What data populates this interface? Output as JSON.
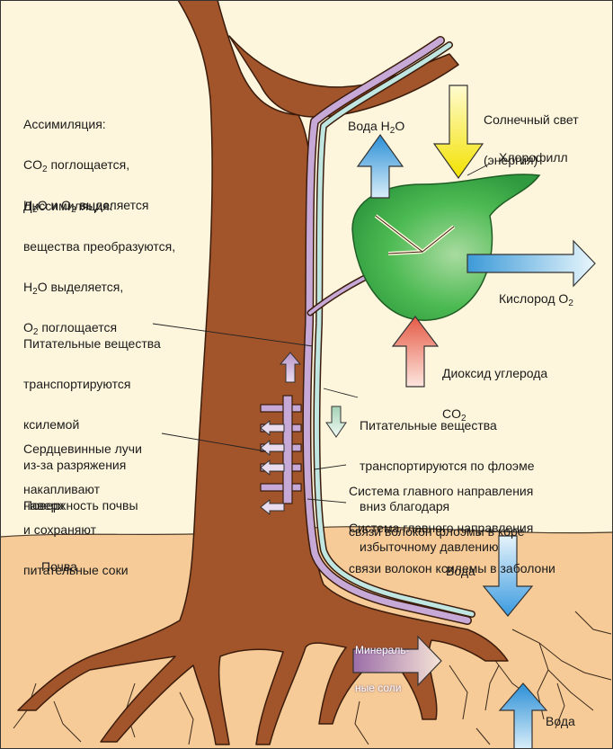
{
  "labels": {
    "assimilation": {
      "l1": "Ассимиляция:",
      "l2a": "CO",
      "l2s": "2",
      "l2b": " поглощается,",
      "l3a": "H",
      "l3s": "2",
      "l3b": "O и O",
      "l3s2": "2",
      "l3c": " выделяется"
    },
    "dissimilation": {
      "l1": "Диссимиляция:",
      "l2": "вещества преобразуются,",
      "l3a": "H",
      "l3s": "2",
      "l3b": "O выделяется,",
      "l4a": "O",
      "l4s": "2",
      "l4b": " поглощается"
    },
    "sunlight": {
      "l1": "Солнечный свет",
      "l2": "(энергия)"
    },
    "water_top": {
      "a": "Вода H",
      "s": "2",
      "b": "O"
    },
    "chlorophyll": "Хлорофилл",
    "oxygen": {
      "a": "Кислород O",
      "s": "2"
    },
    "co2": {
      "l1": "Диоксид углерода",
      "l2a": "CO",
      "l2s": "2"
    },
    "xylem_transport": {
      "l1": "Питательные вещества",
      "l2": "транспортируются",
      "l3": "ксилемой",
      "l4": "из-за разряжения",
      "l5": "наверх"
    },
    "phloem_transport": {
      "l1": "Питательные вещества",
      "l2": "транспортируются по флоэме",
      "l3": "вниз благодаря",
      "l4": "избыточному давлению"
    },
    "medullary_rays": {
      "l1": "Сердцевинные лучи",
      "l2": "накапливают",
      "l3": "и сохраняют",
      "l4": "питательные соки"
    },
    "phloem_system": {
      "l1": "Система главного направления",
      "l2": "связи волокон флоэмы в коре"
    },
    "xylem_system": {
      "l1": "Система главного направления",
      "l2": "связи волокон ксилемы в заболони"
    },
    "soil_surface": "Поверхность почвы",
    "soil": "Почва",
    "water_down": "Вода",
    "minerals": {
      "l1": "Минераль-",
      "l2": "ные соли"
    },
    "water_up": "Вода"
  },
  "colors": {
    "sky": "#fdf6dc",
    "soil": "#f6cb97",
    "trunk": "#a2552b",
    "phloem": "#c6a9d6",
    "xylem": "#bfe6e1",
    "leaf": "#45b54d",
    "sun_arrow": "#f4e500",
    "blue_arrow": "#3f9bd9",
    "co2_arrow": "#e46a55"
  }
}
